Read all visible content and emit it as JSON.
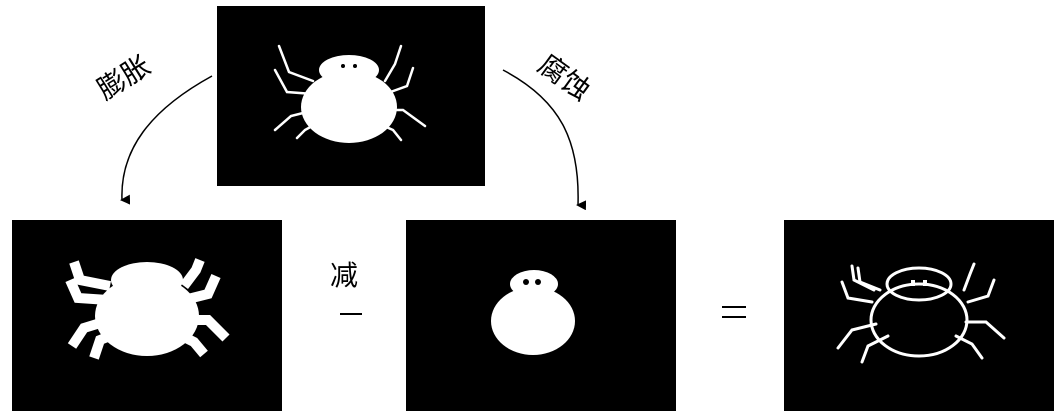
{
  "labels": {
    "dilate": "膨胀",
    "erode": "腐蚀",
    "minus": "减"
  },
  "colors": {
    "background": "#ffffff",
    "panel": "#000000",
    "figure": "#ffffff"
  }
}
